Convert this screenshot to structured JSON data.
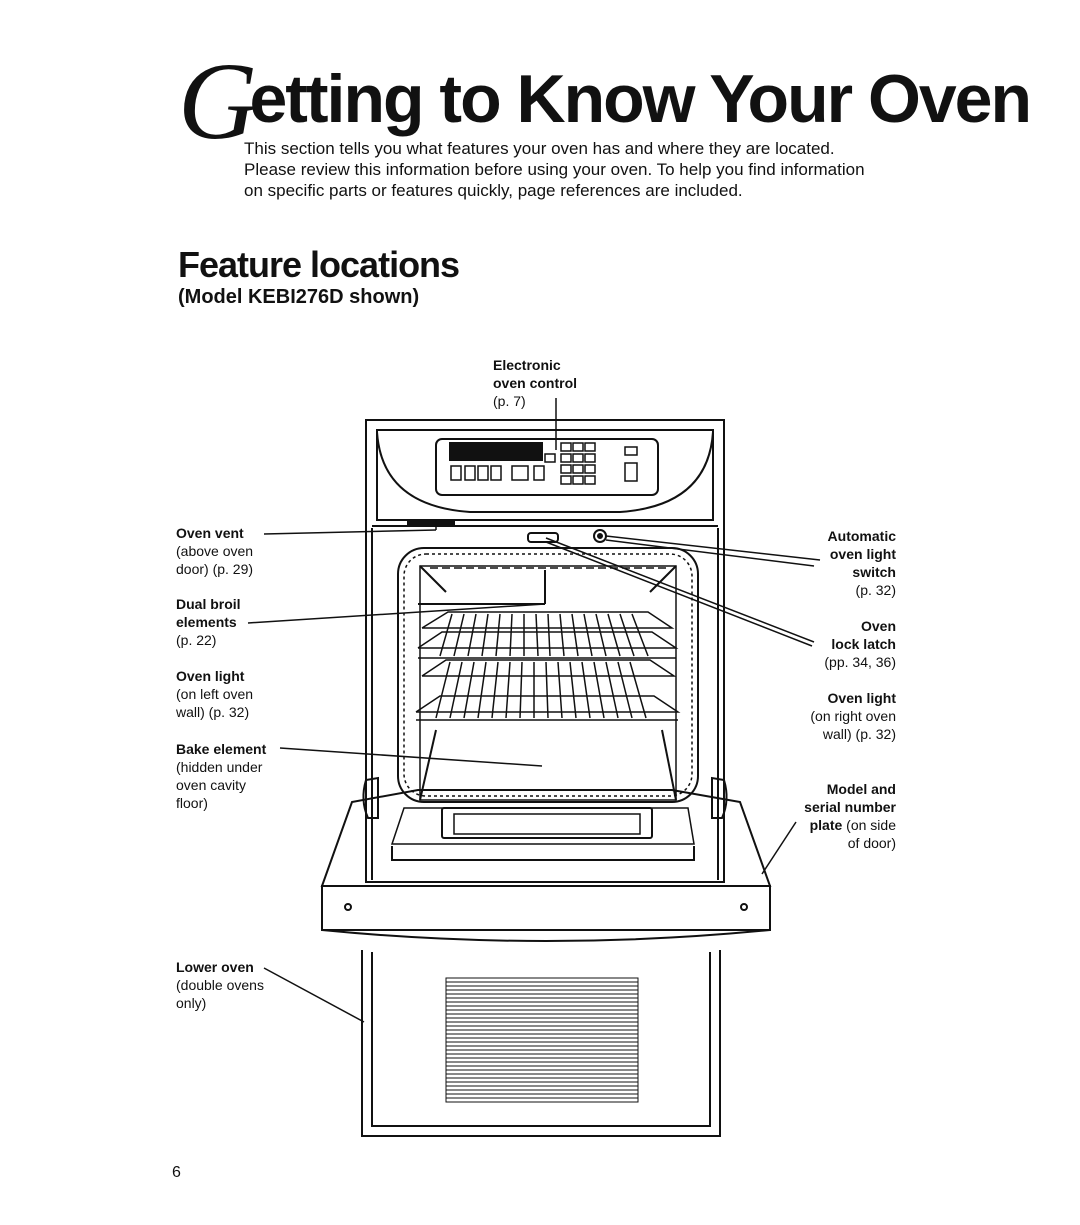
{
  "heading": {
    "drop_letter": "G",
    "title_rest": "etting to Know Your Oven"
  },
  "intro": [
    "This section tells you what features your oven has and where they are located.",
    "Please review this information before using your oven. To help you find information",
    "on specific parts or features quickly, page references are included."
  ],
  "section": {
    "title": "Feature locations",
    "subtitle": "(Model KEBI276D shown)"
  },
  "labels": {
    "electronic_control": {
      "name1": "Electronic",
      "name2": "oven control",
      "ref": "(p. 7)"
    },
    "oven_vent": {
      "name": "Oven vent",
      "d1": "(above oven",
      "d2": "door) (p. 29)"
    },
    "dual_broil": {
      "name1": "Dual broil",
      "name2": "elements",
      "ref": "(p. 22)"
    },
    "oven_light_left": {
      "name": "Oven light",
      "d1": "(on left oven",
      "d2": "wall) (p. 32)"
    },
    "bake_element": {
      "name": "Bake element",
      "d1": "(hidden under",
      "d2": "oven cavity",
      "d3": "floor)"
    },
    "lower_oven": {
      "name": "Lower oven",
      "d1": "(double ovens",
      "d2": "only)"
    },
    "auto_light_switch": {
      "name1": "Automatic",
      "name2": "oven light",
      "name3": "switch",
      "ref": "(p. 32)"
    },
    "lock_latch": {
      "name1": "Oven",
      "name2": "lock latch",
      "ref": "(pp. 34, 36)"
    },
    "oven_light_right": {
      "name": "Oven light",
      "d1": "(on right oven",
      "d2": "wall) (p. 32)"
    },
    "model_plate": {
      "name1": "Model and",
      "name2": "serial number",
      "name3": "plate",
      "d1": " (on side",
      "d2": "of door)"
    }
  },
  "page_number": "6"
}
